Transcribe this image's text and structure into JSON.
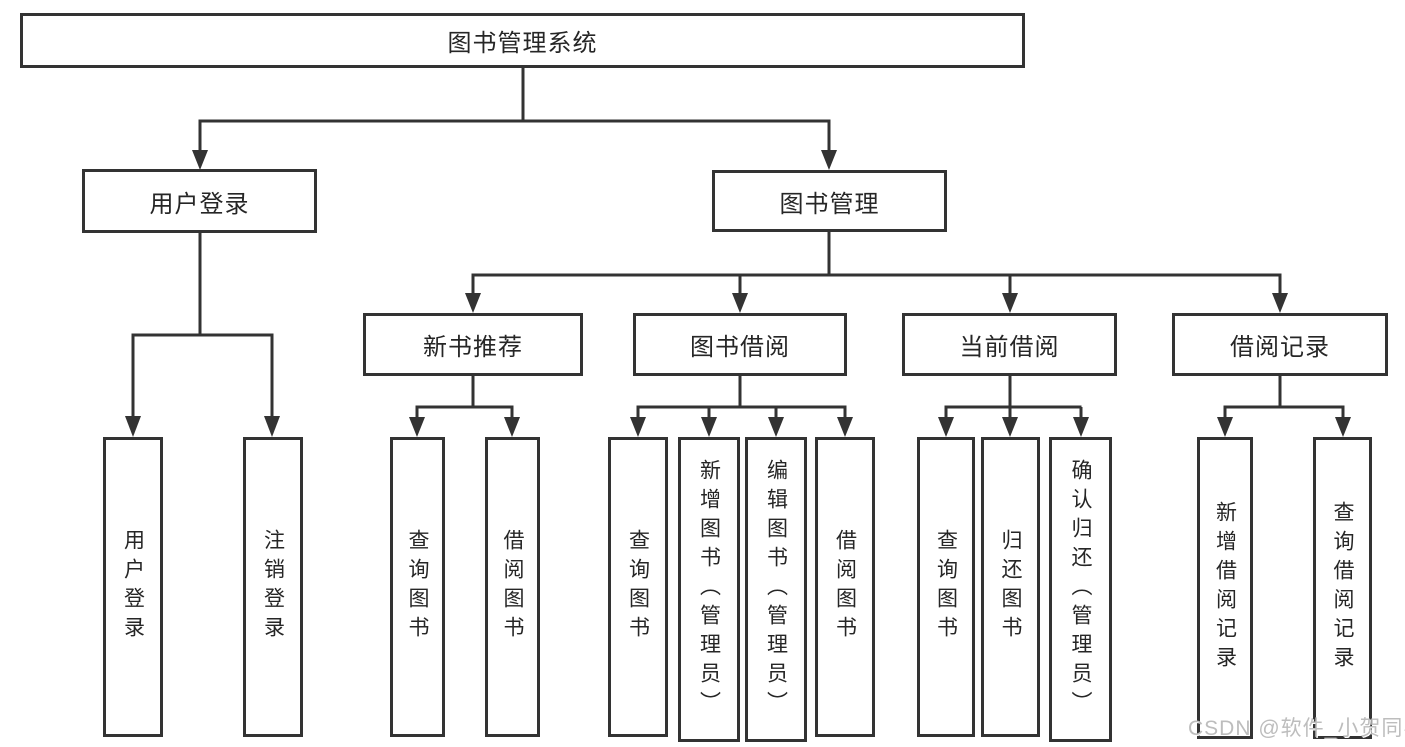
{
  "tree": {
    "root": "图书管理系统",
    "children": [
      {
        "label": "用户登录",
        "children": [
          "用户登录",
          "注销登录"
        ]
      },
      {
        "label": "图书管理",
        "children": [
          {
            "label": "新书推荐",
            "children": [
              "查询图书",
              "借阅图书"
            ]
          },
          {
            "label": "图书借阅",
            "children": [
              "查询图书",
              "新增图书（管理员）",
              "编辑图书（管理员）",
              "借阅图书"
            ]
          },
          {
            "label": "当前借阅",
            "children": [
              "查询图书",
              "归还图书",
              "确认归还（管理员）"
            ]
          },
          {
            "label": "借阅记录",
            "children": [
              "新增借阅记录",
              "查询借阅记录"
            ]
          }
        ]
      }
    ]
  },
  "watermark": {
    "text": "CSDN @软件_小贺同学"
  },
  "colors": {
    "line": "#333333",
    "text": "#262626",
    "watermark": "#bdbdbd",
    "background": "#ffffff"
  }
}
